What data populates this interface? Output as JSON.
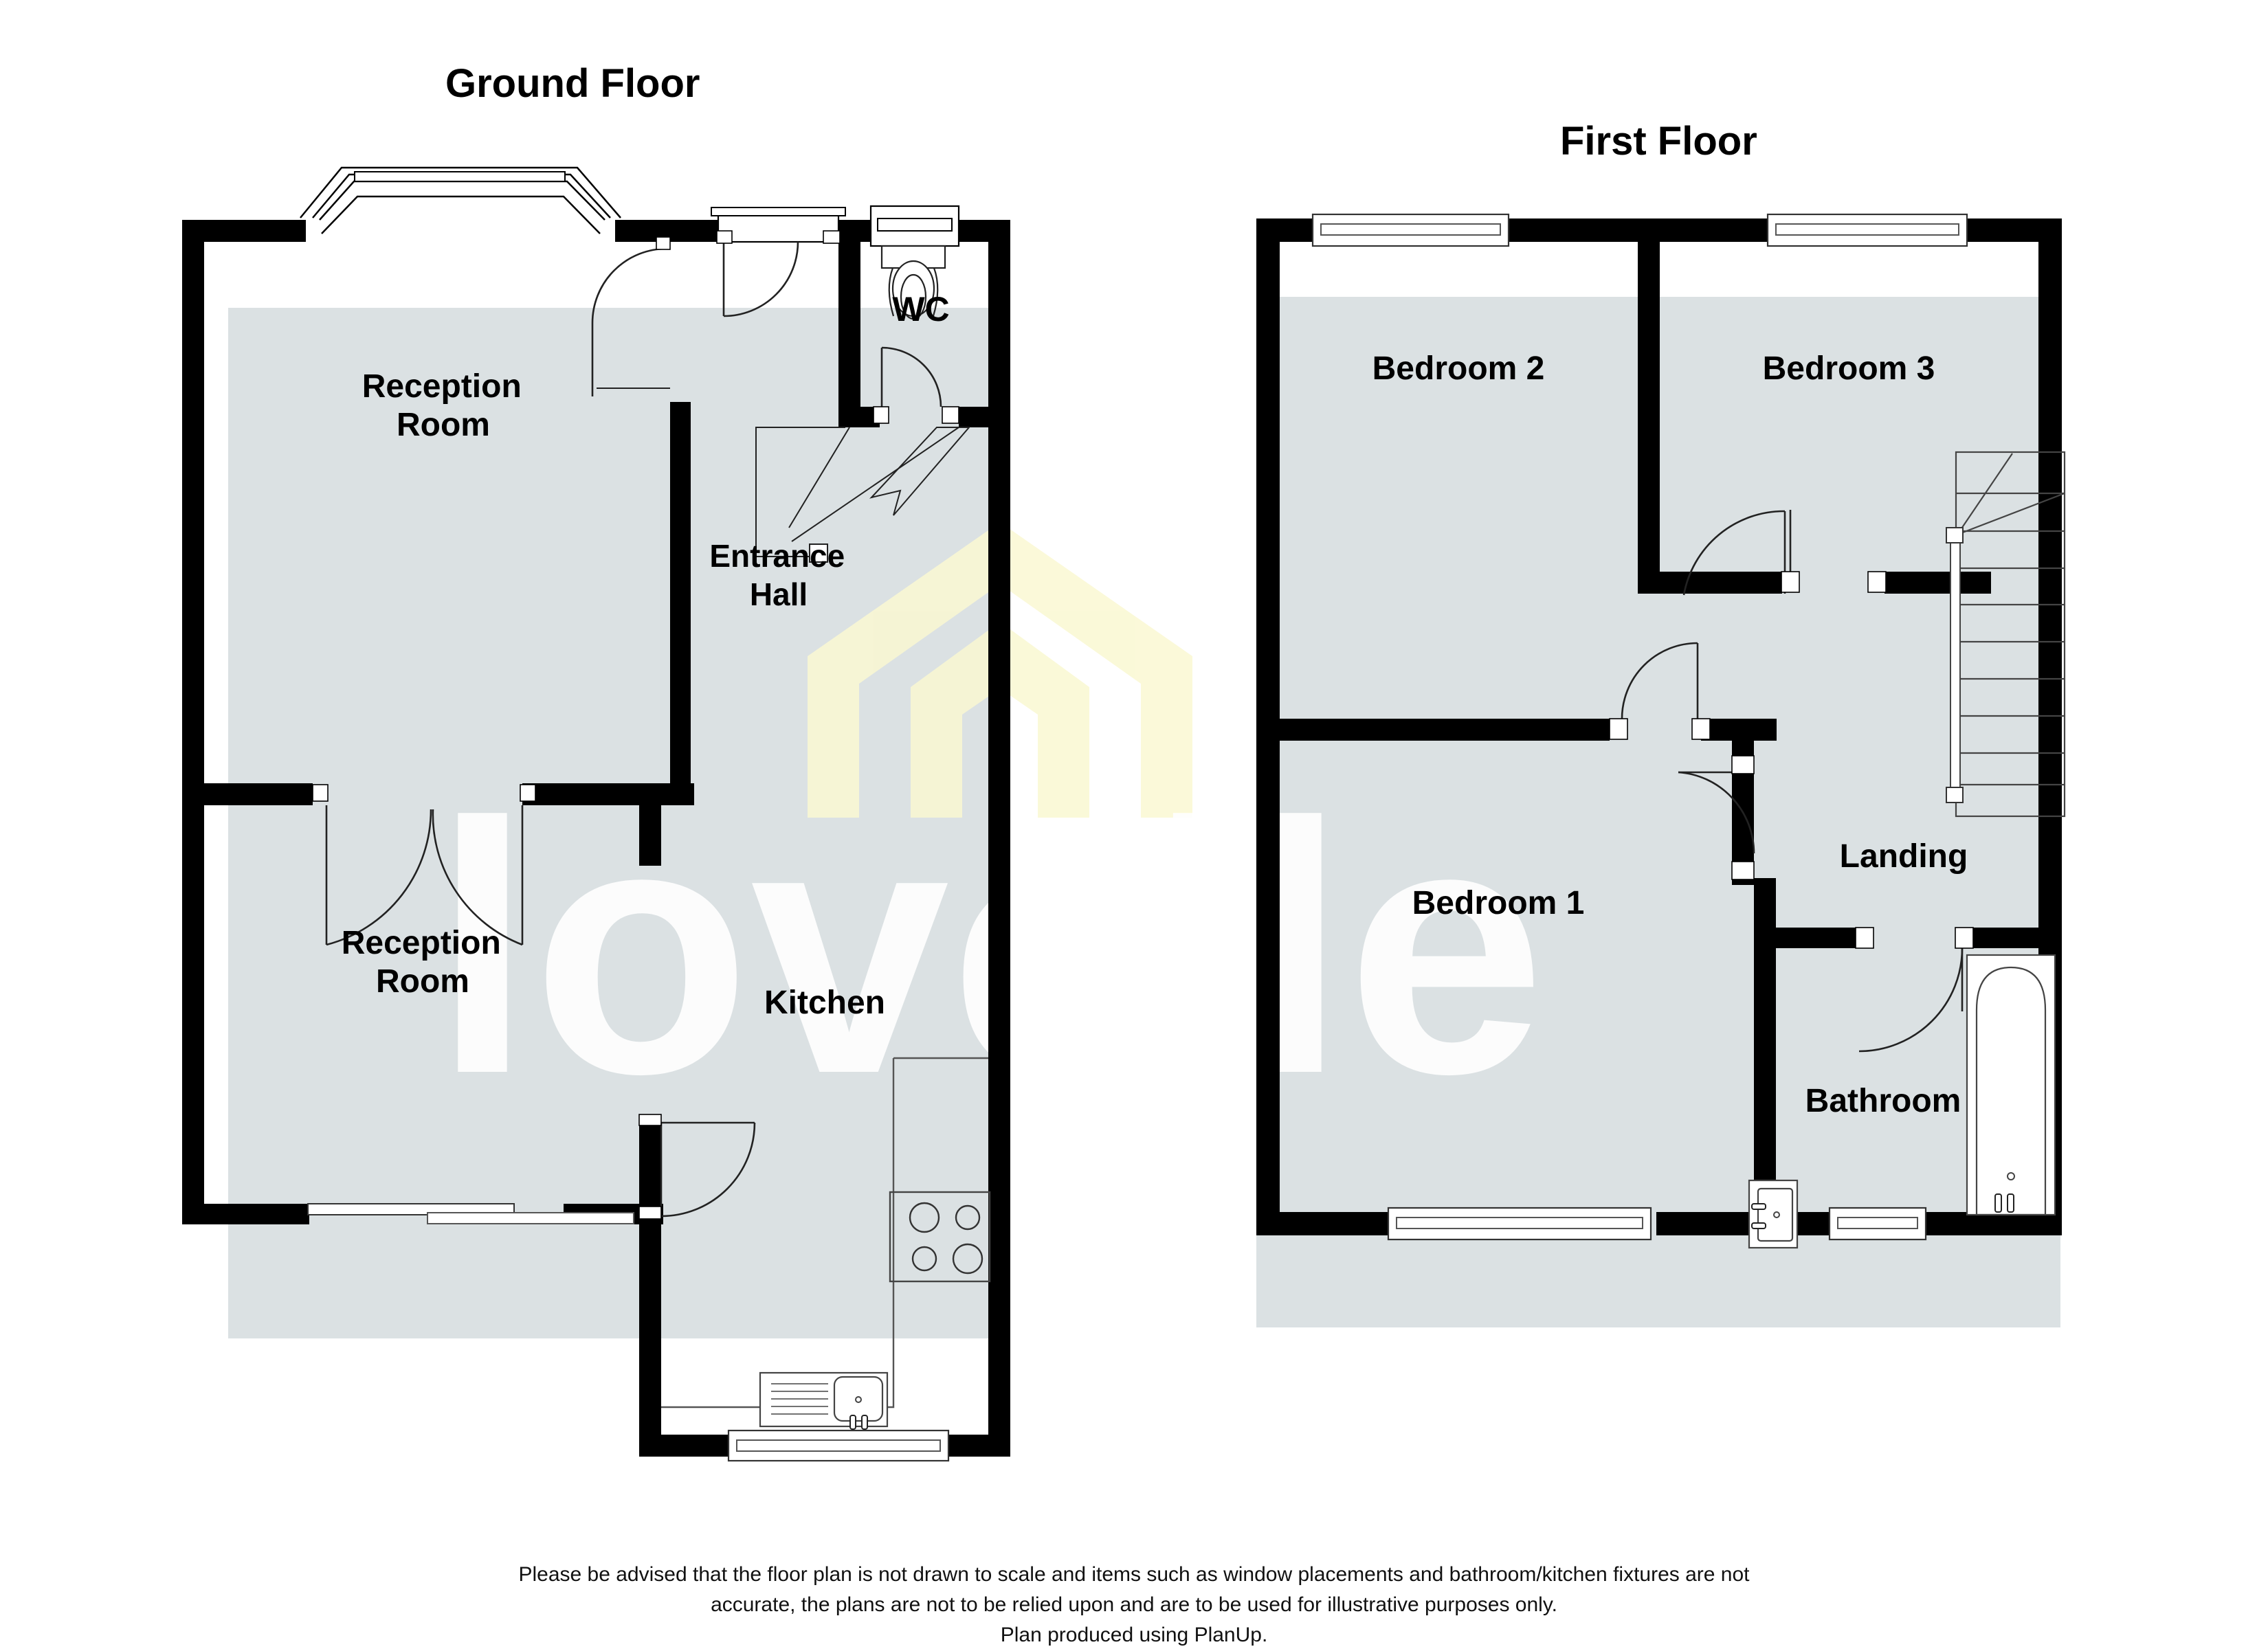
{
  "document": {
    "type": "floor-plan",
    "producer": "PlanUp",
    "watermark": {
      "brand_text": "lovelle",
      "logo": "house-icon",
      "text_color": "#ffffff",
      "logo_color": "#faf8d2"
    }
  },
  "floors": [
    {
      "id": "ground",
      "title": "Ground Floor",
      "rooms": [
        {
          "id": "reception-room-front",
          "label": "Reception Room",
          "label_lines": [
            "Reception",
            "Room"
          ]
        },
        {
          "id": "reception-room-rear",
          "label": "Reception Room",
          "label_lines": [
            "Reception",
            "Room"
          ]
        },
        {
          "id": "entrance-hall",
          "label": "Entrance Hall",
          "label_lines": [
            "Entrance",
            "Hall"
          ]
        },
        {
          "id": "wc",
          "label": "WC",
          "label_lines": [
            "WC"
          ]
        },
        {
          "id": "kitchen",
          "label": "Kitchen",
          "label_lines": [
            "Kitchen"
          ]
        }
      ],
      "fixtures": [
        "toilet",
        "hob",
        "sink-with-drainer",
        "kitchen-worktop"
      ],
      "openings": [
        "bay-window",
        "front-door",
        "wc-window",
        "wc-door",
        "french-doors",
        "sliding-patio-door",
        "kitchen-door",
        "kitchen-window",
        "stairs-up-arrow"
      ]
    },
    {
      "id": "first",
      "title": "First Floor",
      "rooms": [
        {
          "id": "bedroom-2",
          "label": "Bedroom 2",
          "label_lines": [
            "Bedroom 2"
          ]
        },
        {
          "id": "bedroom-3",
          "label": "Bedroom 3",
          "label_lines": [
            "Bedroom 3"
          ]
        },
        {
          "id": "bedroom-1",
          "label": "Bedroom 1",
          "label_lines": [
            "Bedroom 1"
          ]
        },
        {
          "id": "landing",
          "label": "Landing",
          "label_lines": [
            "Landing"
          ]
        },
        {
          "id": "bathroom",
          "label": "Bathroom",
          "label_lines": [
            "Bathroom"
          ]
        }
      ],
      "fixtures": [
        "bath",
        "wash-basin",
        "staircase"
      ],
      "openings": [
        "bedroom2-window",
        "bedroom3-window",
        "bedroom1-window",
        "bathroom-window",
        "bedroom1-door",
        "bedroom2-door",
        "bedroom3-door",
        "bathroom-door"
      ]
    }
  ],
  "colors": {
    "wall": "#000000",
    "room_fill": "#dbe1e3",
    "paper": "#ffffff",
    "line": "#333333",
    "text": "#000000"
  },
  "disclaimer": {
    "line1": "Please be advised that the floor plan is not drawn to scale and items such as window placements and bathroom/kitchen fixtures are not",
    "line2": "accurate, the plans are not to be relied upon and are to be used for illustrative purposes only.",
    "line3": "Plan produced using PlanUp."
  }
}
